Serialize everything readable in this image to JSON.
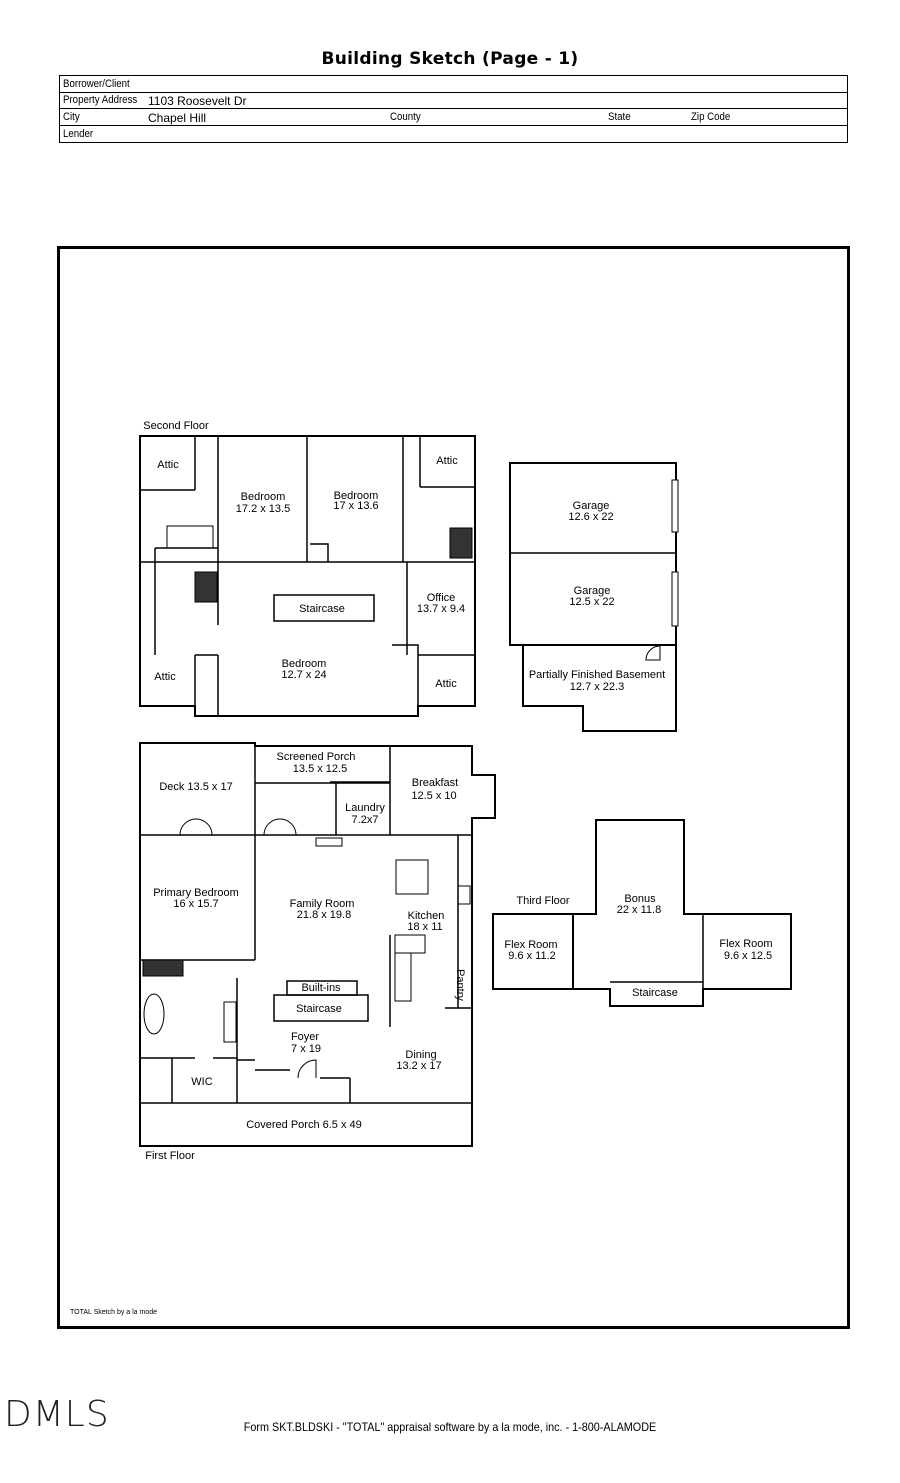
{
  "title": "Building Sketch (Page - 1)",
  "header": {
    "borrower_label": "Borrower/Client",
    "borrower_value": "",
    "address_label": "Property Address",
    "address_value": "1103 Roosevelt Dr",
    "city_label": "City",
    "city_value": "Chapel Hill",
    "county_label": "County",
    "state_label": "State",
    "zip_label": "Zip Code",
    "lender_label": "Lender"
  },
  "floors": {
    "second": "Second Floor",
    "first": "First Floor",
    "third": "Third Floor"
  },
  "rooms": {
    "attic": "Attic",
    "bedroom": "Bedroom",
    "bedroom1_size": "17.2 x 13.5",
    "bedroom2_size": "17 x 13.6",
    "bedroom3_size": "12.7 x 24",
    "staircase": "Staircase",
    "office": "Office",
    "office_size": "13.7 x 9.4",
    "garage": "Garage",
    "garage1_size": "12.6 x 22",
    "garage2_size": "12.5 x 22",
    "basement": "Partially Finished Basement",
    "basement_size": "12.7 x 22.3",
    "screened_porch": "Screened Porch",
    "screened_porch_size": "13.5 x 12.5",
    "deck": "Deck 13.5 x 17",
    "breakfast": "Breakfast",
    "breakfast_size": "12.5 x 10",
    "laundry": "Laundry",
    "laundry_size": "7.2x7",
    "primary_bedroom": "Primary Bedroom",
    "primary_bedroom_size": "16 x 15.7",
    "family_room": "Family Room",
    "family_room_size": "21.8 x 19.8",
    "kitchen": "Kitchen",
    "kitchen_size": "18 x 11",
    "pantry": "Pantry",
    "built_ins": "Built-ins",
    "foyer": "Foyer",
    "foyer_size": "7 x 19",
    "dining": "Dining",
    "dining_size": "13.2 x 17",
    "wic": "WIC",
    "covered_porch": "Covered Porch 6.5 x 49",
    "bonus": "Bonus",
    "bonus_size": "22 x 11.8",
    "flex_room": "Flex Room",
    "flex1_size": "9.6 x 11.2",
    "flex2_size": "9.6 x 12.5"
  },
  "credit": "TOTAL Sketch by a la mode",
  "logo": "DMLS",
  "footer": "Form SKT.BLDSKI - \"TOTAL\" appraisal software by a la mode, inc. - 1-800-ALAMODE"
}
